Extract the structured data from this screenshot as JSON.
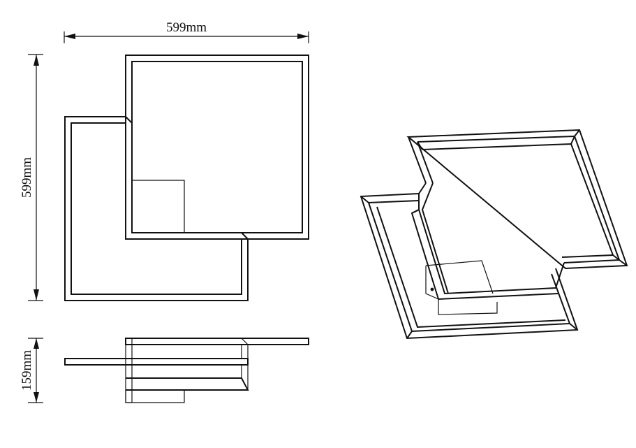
{
  "dimensions": {
    "width_label": "599mm",
    "height_label": "599mm",
    "depth_label": "159mm"
  },
  "colors": {
    "line": "#111111",
    "background": "#ffffff"
  }
}
